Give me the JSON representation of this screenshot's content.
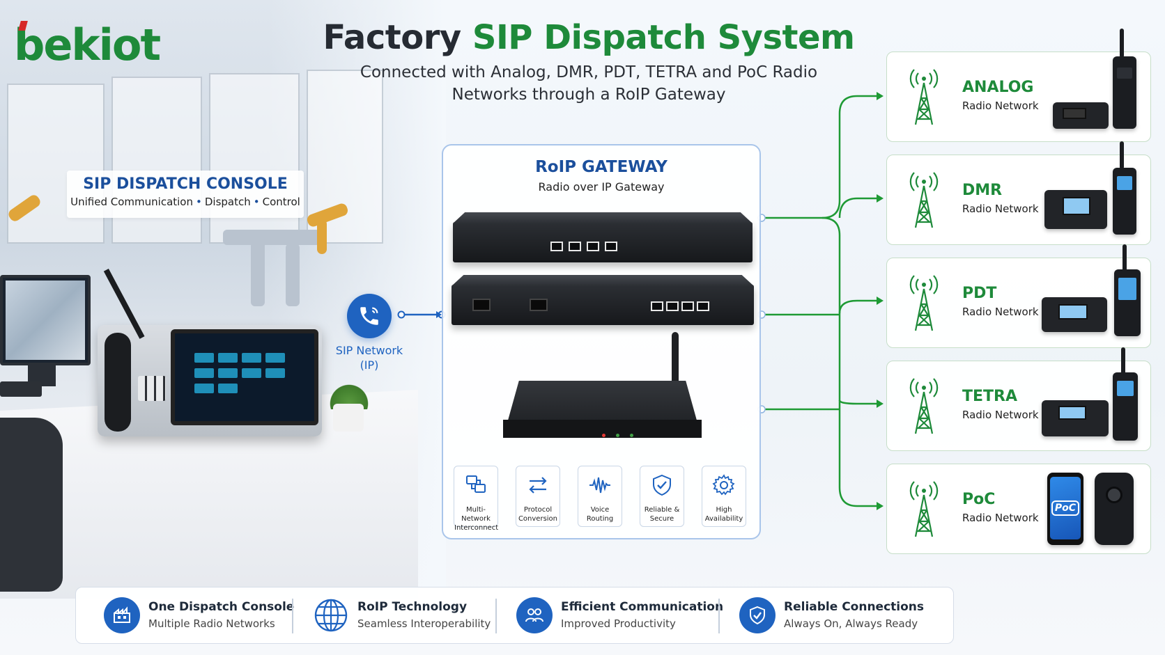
{
  "logo": {
    "text": "bekiot"
  },
  "header": {
    "title_part1": "Factory ",
    "title_part2": "SIP Dispatch System",
    "subtitle_line1": "Connected with Analog, DMR, PDT, TETRA and PoC Radio",
    "subtitle_line2": "Networks through a RoIP Gateway"
  },
  "console": {
    "title": "SIP DISPATCH CONSOLE",
    "features": [
      "Unified Communication",
      "Dispatch",
      "Control"
    ]
  },
  "sip_network": {
    "label_line1": "SIP Network",
    "label_line2": "(IP)"
  },
  "gateway": {
    "title": "RoIP GATEWAY",
    "subtitle": "Radio over IP Gateway",
    "features": [
      {
        "icon": "multi-network-icon",
        "line1": "Multi-Network",
        "line2": "Interconnect"
      },
      {
        "icon": "protocol-conversion-icon",
        "line1": "Protocol",
        "line2": "Conversion"
      },
      {
        "icon": "voice-waveform-icon",
        "line1": "Voice",
        "line2": "Routing"
      },
      {
        "icon": "shield-check-icon",
        "line1": "Reliable &",
        "line2": "Secure"
      },
      {
        "icon": "gear-icon",
        "line1": "High",
        "line2": "Availability"
      }
    ]
  },
  "networks": [
    {
      "name": "ANALOG",
      "sub": "Radio Network"
    },
    {
      "name": "DMR",
      "sub": "Radio Network"
    },
    {
      "name": "PDT",
      "sub": "Radio Network"
    },
    {
      "name": "TETRA",
      "sub": "Radio Network"
    },
    {
      "name": "PoC",
      "sub": "Radio Network",
      "device_text": "PoC"
    }
  ],
  "bottom_bar": [
    {
      "icon": "factory-console-icon",
      "title": "One Dispatch Console",
      "sub": "Multiple Radio Networks"
    },
    {
      "icon": "globe-icon",
      "title": "RoIP Technology",
      "sub": "Seamless Interoperability"
    },
    {
      "icon": "team-icon",
      "title": "Efficient Communication",
      "sub": "Improved Productivity"
    },
    {
      "icon": "shield-check-icon",
      "title": "Reliable Connections",
      "sub": "Always On, Always Ready"
    }
  ],
  "colors": {
    "brand_green": "#1e8a3a",
    "brand_blue": "#1f63c0",
    "title_blue": "#1b4f9c",
    "logo_red": "#d62828"
  }
}
